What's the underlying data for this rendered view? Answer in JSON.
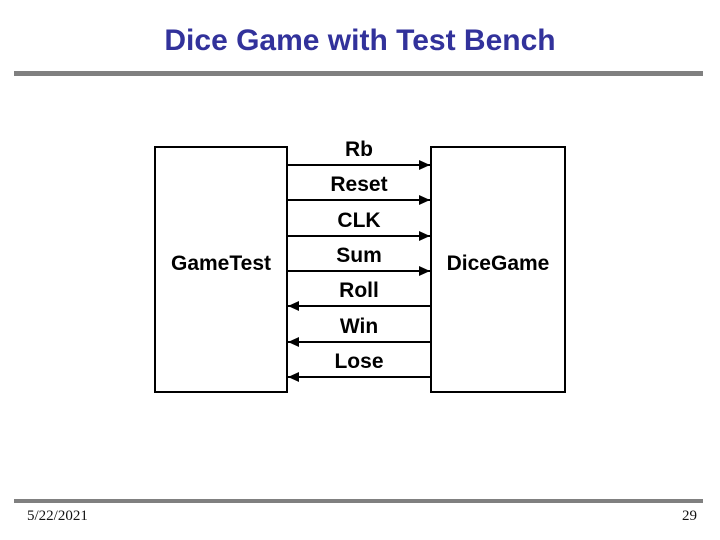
{
  "slide": {
    "title": "Dice Game with Test Bench",
    "footer": {
      "date": "5/22/2021",
      "page_number": "29"
    }
  },
  "diagram": {
    "left_block_label": "GameTest",
    "right_block_label": "DiceGame",
    "signals": [
      {
        "label": "Rb",
        "direction": "right"
      },
      {
        "label": "Reset",
        "direction": "right"
      },
      {
        "label": "CLK",
        "direction": "right"
      },
      {
        "label": "Sum",
        "direction": "right"
      },
      {
        "label": "Roll",
        "direction": "left"
      },
      {
        "label": "Win",
        "direction": "left"
      },
      {
        "label": "Lose",
        "direction": "left"
      }
    ]
  },
  "colors": {
    "title_text": "#32329B",
    "divider": "#808080",
    "diagram_line": "#000000",
    "background": "#ffffff"
  }
}
